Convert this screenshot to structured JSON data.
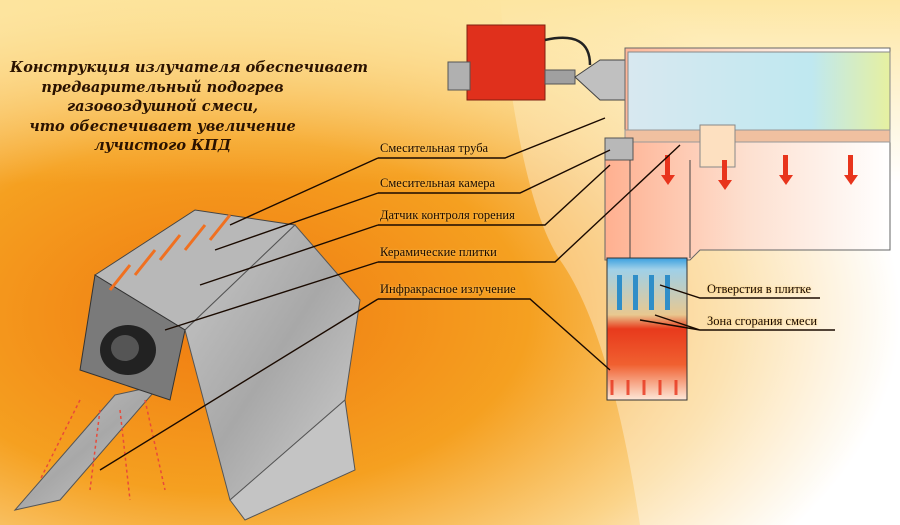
{
  "caption": {
    "lines": [
      "Конструкция излучателя обеспечивает",
      "предварительный подогрев",
      "газовоздушной смеси,",
      "что обеспечивает увеличение",
      "лучистого КПД"
    ]
  },
  "labels": {
    "mixing_tube": "Смесительная труба",
    "mixing_chamber": "Смесительная камера",
    "combustion_sensor": "Датчик контроля горения",
    "ceramic_tiles": "Керамические плитки",
    "infrared": "Инфракрасное излучение",
    "tile_holes": "Отверстия в плитке",
    "combustion_zone": "Зона сгорания смеси"
  },
  "colors": {
    "background_orange": "#f39a1c",
    "burner_red": "#e0301c",
    "metal_gray": "#9a9a9a",
    "flame_red": "#e8341c"
  }
}
